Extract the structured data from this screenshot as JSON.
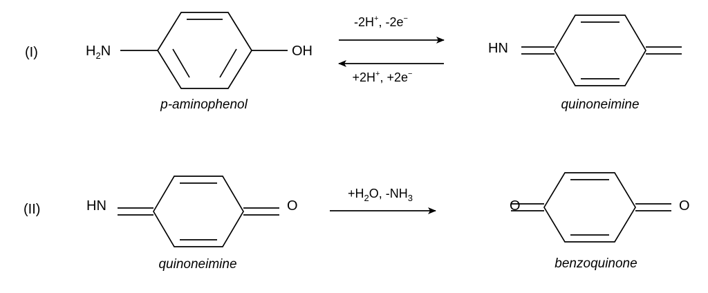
{
  "reactions": [
    {
      "label": "(I)",
      "reactant": {
        "left_group_main": "H",
        "left_group_sub": "2",
        "left_group_tail": "N",
        "right_group": "OH",
        "name": "p-aminophenol"
      },
      "forward": {
        "p1": "-2H",
        "p1_sup": "+",
        "p2": ", -2e",
        "p2_sup": "−"
      },
      "reverse": {
        "p1": "+2H",
        "p1_sup": "+",
        "p2": ", +2e",
        "p2_sup": "−"
      },
      "product": {
        "left_group": "HN",
        "name": "quinoneimine"
      }
    },
    {
      "label": "(II)",
      "reactant": {
        "left_group": "HN",
        "right_group": "O",
        "name": "quinoneimine"
      },
      "conditions": {
        "p1": "+H",
        "p1_sub": "2",
        "p2": "O, -NH",
        "p2_sub": "3"
      },
      "product": {
        "left_group": "O",
        "right_group": "O",
        "name": "benzoquinone"
      }
    }
  ]
}
